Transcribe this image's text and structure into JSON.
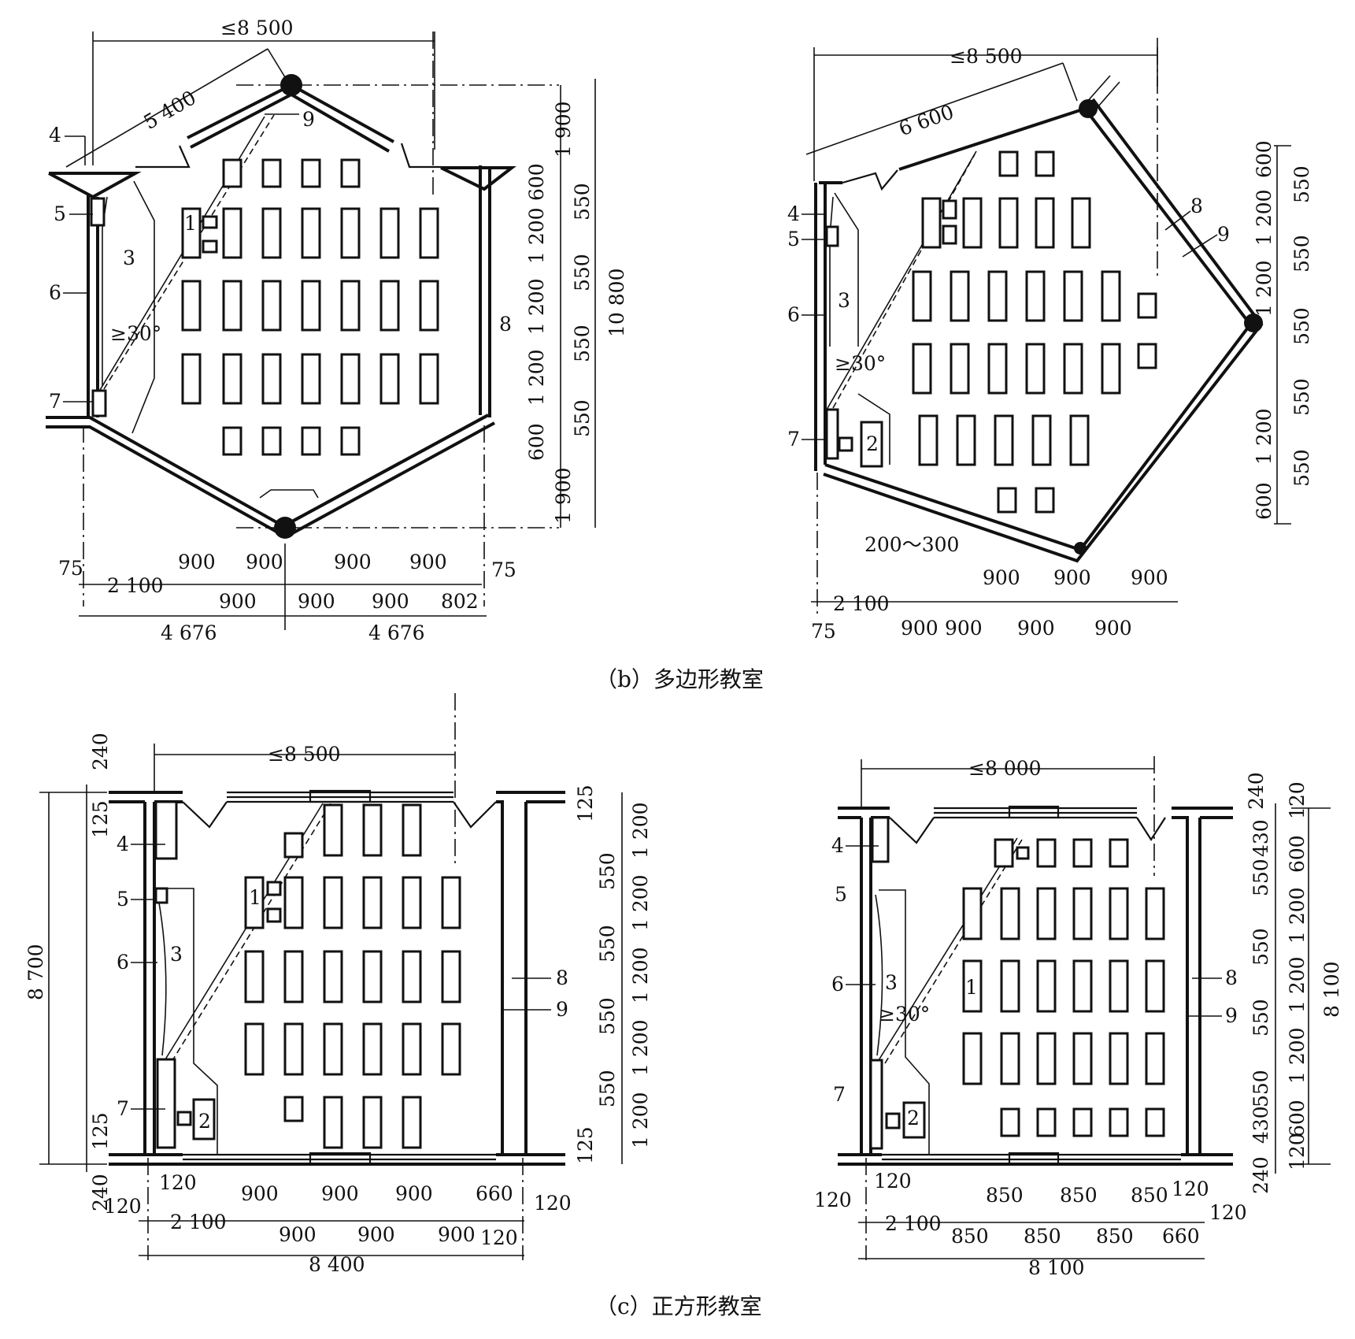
{
  "captions": {
    "polygon": "（b）多边形教室",
    "square": "（c）正方形教室"
  },
  "labels": {
    "n1": "1",
    "n2": "2",
    "n3": "3",
    "n4": "4",
    "n5": "5",
    "n6": "6",
    "n7": "7",
    "n8": "8",
    "n9": "9",
    "angle": "≥30°"
  },
  "plan_tl": {
    "top_span": "≤8 500",
    "diag": "5 400",
    "right_dims": [
      "1 900",
      "600",
      "1 200",
      "1 200",
      "1 200",
      "600",
      "1 900"
    ],
    "right_gaps": [
      "550",
      "550",
      "550",
      "550"
    ],
    "overall_height": "10 800",
    "bottom_row1": [
      "75",
      "900",
      "900",
      "900",
      "900",
      "75"
    ],
    "bottom_row2": [
      "2 100",
      "900",
      "900",
      "900",
      "802"
    ],
    "bottom_row3": [
      "4 676",
      "4 676"
    ]
  },
  "plan_tr": {
    "top_span": "≤8 500",
    "diag": "6 600",
    "right_dims": [
      "600",
      "1 200",
      "1 200",
      "1 200",
      "600"
    ],
    "right_gaps": [
      "550",
      "550",
      "550",
      "550",
      "550"
    ],
    "gap_note": "200～300",
    "bottom_row1": [
      "900",
      "900",
      "900"
    ],
    "bottom_row2": [
      "2 100",
      "75"
    ],
    "bottom_row3": [
      "900",
      "900",
      "900",
      "900"
    ]
  },
  "plan_bl": {
    "top_span": "≤8 500",
    "left_dims": [
      "240",
      "125",
      "8 700",
      "125",
      "240"
    ],
    "right_dims": [
      "125",
      "1 200",
      "1 200",
      "1 200",
      "1 200",
      "1 200",
      "125"
    ],
    "right_gaps": [
      "550",
      "550",
      "550",
      "550"
    ],
    "bottom_row1": [
      "120",
      "900",
      "900",
      "900",
      "660"
    ],
    "bottom_row2": [
      "120",
      "2 100",
      "900",
      "900",
      "900",
      "120",
      "120"
    ],
    "bottom_row3": [
      "8 400"
    ]
  },
  "plan_br": {
    "top_span": "≤8 000",
    "right_dims": [
      "240",
      "120",
      "430",
      "600",
      "1 200",
      "1 200",
      "1 200",
      "600",
      "430",
      "120",
      "240"
    ],
    "right_gaps": [
      "550",
      "550",
      "550",
      "550"
    ],
    "overall_height": "8 100",
    "bottom_row1": [
      "120",
      "850",
      "850",
      "850",
      "120"
    ],
    "bottom_row2": [
      "120",
      "2 100",
      "850",
      "850",
      "850",
      "660",
      "120"
    ],
    "bottom_row3": [
      "8 100"
    ]
  }
}
